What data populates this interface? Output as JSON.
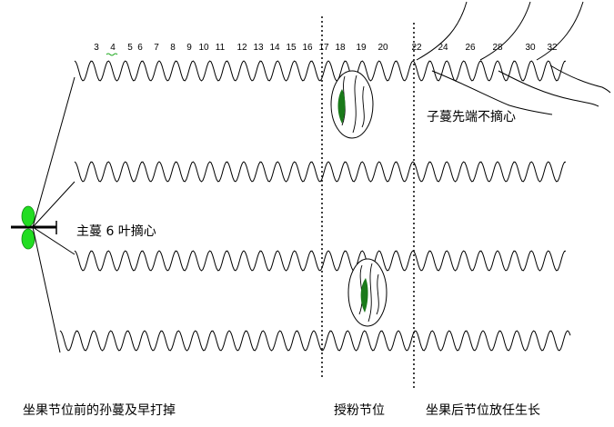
{
  "node_numbers": [
    "3",
    "4",
    "5",
    "6",
    "7",
    "8",
    "9",
    "10",
    "11",
    "12",
    "13",
    "14",
    "15",
    "16",
    "17",
    "18",
    "19",
    "20",
    "22",
    "24",
    "26",
    "28",
    "30",
    "32"
  ],
  "labels": {
    "main_vine_pinch": "主蔓 6 叶摘心",
    "lateral_tip": "子蔓先端不摘心",
    "bottom_left": "坐果节位前的孙蔓及早打掉",
    "bottom_mid": "授粉节位",
    "bottom_right": "坐果后节位放任生长"
  },
  "colors": {
    "cotyledon": "#22dd22",
    "fruit_stripe": "#1a7a1a",
    "line": "#000000"
  }
}
